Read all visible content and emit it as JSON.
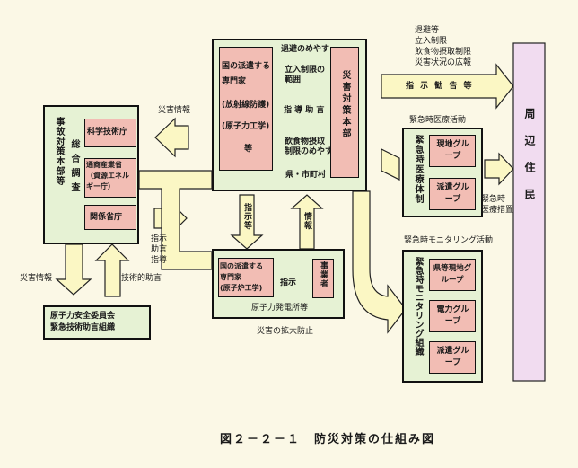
{
  "central": {
    "experts_lines": [
      "国の派遣する",
      "専門家",
      "(放射線防護)",
      "(原子力工学)",
      "等"
    ],
    "guide_title_lines": [
      "退避のめやす",
      "",
      "立入制限の",
      "範囲"
    ],
    "guide_food_lines": [
      "飲食物摂取",
      "制限のめやす"
    ],
    "shido": "指 導 助 言",
    "pref": "県・市町村",
    "hq": "災害対策本部"
  },
  "left_hq": {
    "label1": "事故対策本部等",
    "label2": "総合調査",
    "agencies": [
      "科学技術庁",
      "通商産業省（資源エネルギー庁）",
      "関係省庁"
    ]
  },
  "arrows": {
    "saigai_joho": "災害情報",
    "shiji_jogen_shido": [
      "指示",
      "助言",
      "指導"
    ],
    "saigai_joho_low": "災害情報",
    "gijutsu_jogen": "技術的助言",
    "shiji_to": "指示等",
    "joho": "情報",
    "shiji_kankoku": "指 示 勧 告 等",
    "saigai_kakudai": "災害の拡大防止"
  },
  "nsc": {
    "lines": [
      "原子力安全委員会",
      "緊急技術助言組織"
    ]
  },
  "plant": {
    "experts_lines": [
      "国の派遣する",
      "専門家",
      "(原子炉工学)"
    ],
    "shiji": "指示",
    "operator": "事業者",
    "caption": "原子力発電所等"
  },
  "measures": {
    "lines": [
      "退避等",
      "立入制限",
      "飲食物摂取制限",
      "災害状況の広報"
    ]
  },
  "medical": {
    "header": "緊急時医療活動",
    "org": "緊急時医療体制",
    "groups": [
      "現地グループ",
      "派遣グループ"
    ],
    "side": [
      "緊急時",
      "医療措置"
    ]
  },
  "monitoring": {
    "header": "緊急時モニタリング活動",
    "org": "緊急時モニタリング組織",
    "groups": [
      "県等現地グループ",
      "電力グループ",
      "派遣グループ"
    ]
  },
  "residents": "周辺住民",
  "figure_caption": "図２－２－１　防災対策の仕組み図",
  "colors": {
    "green": "#e6f2d4",
    "red": "#f2bdb4",
    "arrow": "#fbf7c4",
    "purple": "#f1dcf0"
  }
}
